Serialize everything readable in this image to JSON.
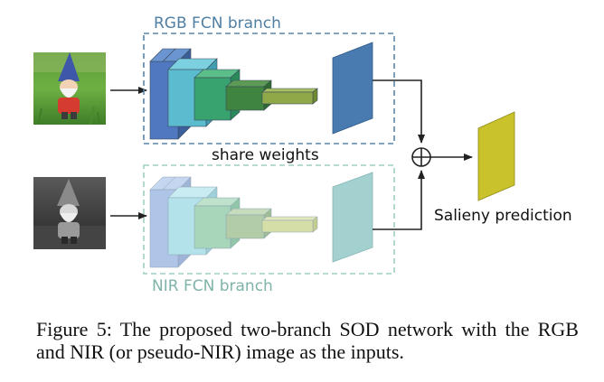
{
  "labels": {
    "rgb_branch": "RGB FCN branch",
    "share_weights": "share weights",
    "nir_branch": "NIR FCN branch",
    "saliency": "Salieny prediction",
    "sum_symbol": "⊕"
  },
  "caption": "Figure 5: The proposed two-branch SOD network with the RGB and NIR (or pseudo-NIR) image as the inputs.",
  "colors": {
    "rgb_box_border": "#5b86a8",
    "nir_box_border": "#9fcfc4",
    "rgb_label": "#4f7fa3",
    "nir_label": "#7fb3aa",
    "output_map": "#c9c22a",
    "arrow": "#222222"
  }
}
